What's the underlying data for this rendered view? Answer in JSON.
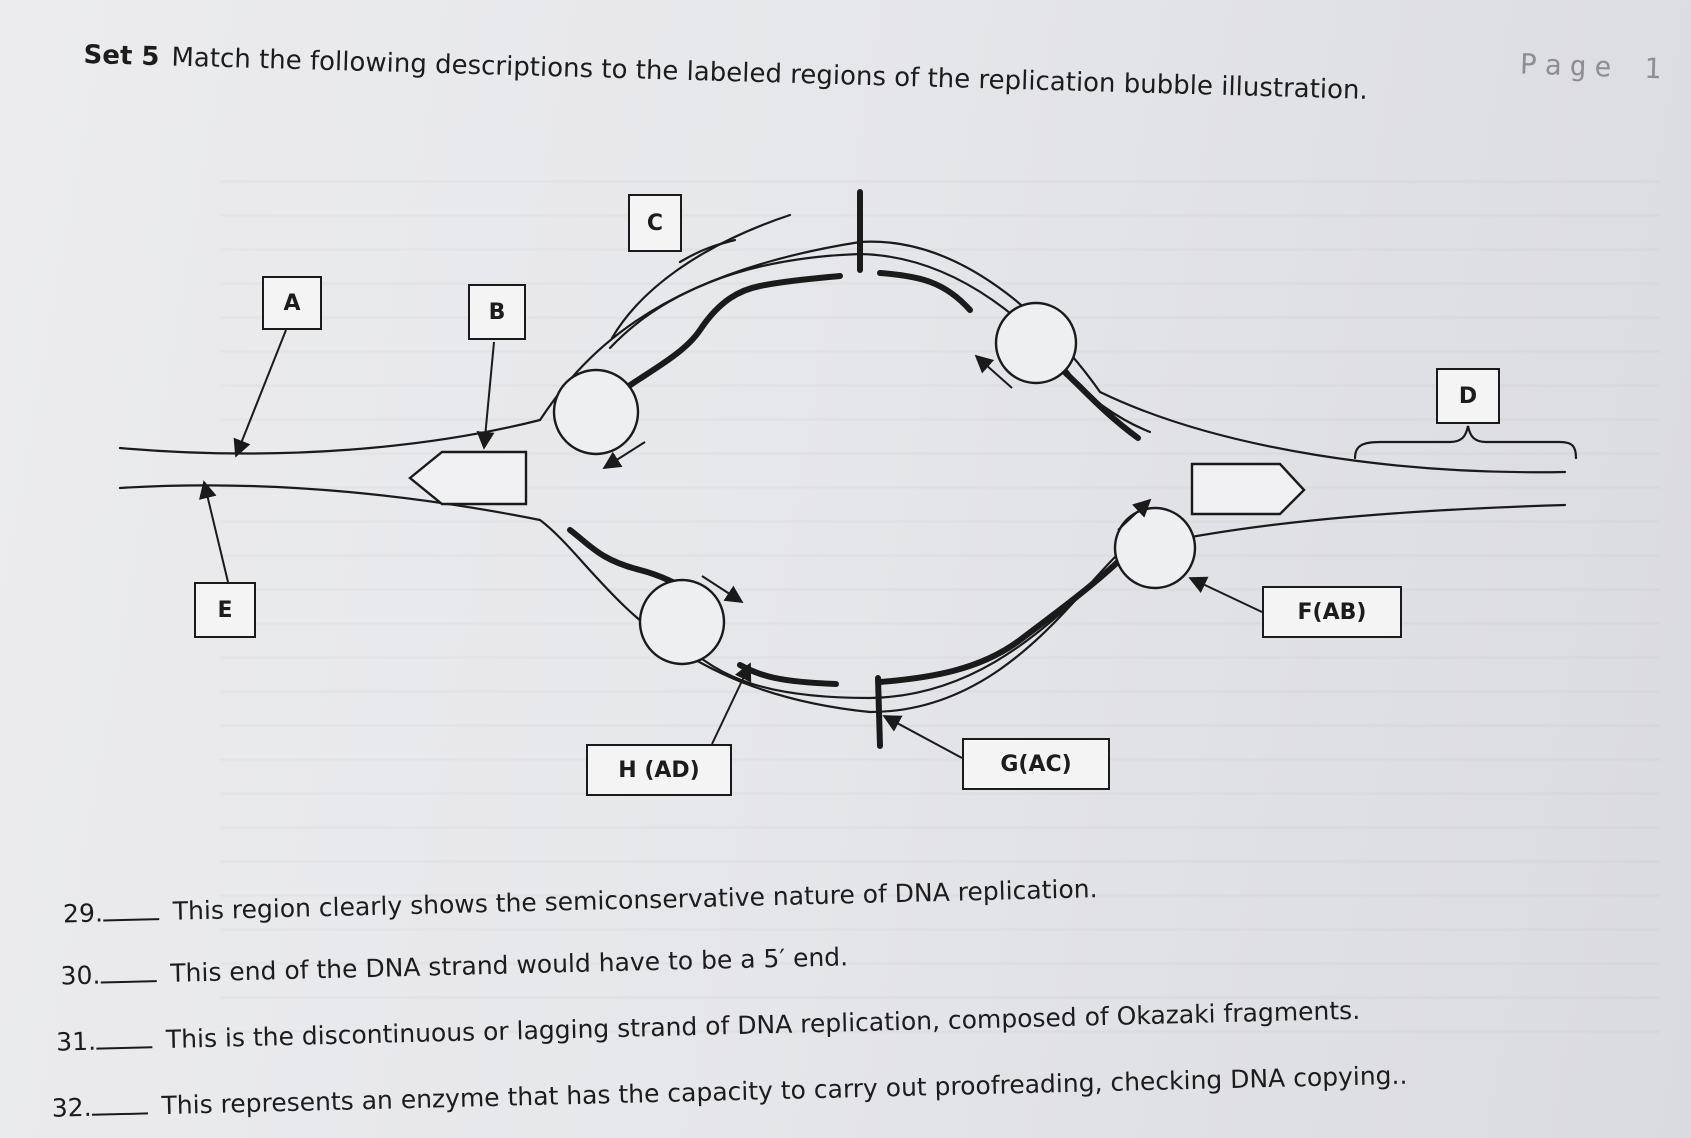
{
  "header": {
    "set_label": "Set 5",
    "instruction": "Match the following descriptions to the labeled regions of the replication bubble illustration.",
    "page_mark": "Page 1"
  },
  "diagram": {
    "labels": {
      "a": "A",
      "b": "B",
      "c": "C",
      "d": "D",
      "e": "E",
      "f": "F(AB)",
      "g": "G(AC)",
      "h": "H (AD)"
    }
  },
  "questions": [
    {
      "number": "29.",
      "text": "This region clearly shows the semiconservative nature of DNA replication."
    },
    {
      "number": "30.",
      "text": "This end of the DNA strand would have to be a 5′ end."
    },
    {
      "number": "31.",
      "text": "This is the discontinuous or lagging strand of DNA replication, composed of Okazaki fragments."
    },
    {
      "number": "32.",
      "text": "This represents an enzyme that has the capacity to carry out proofreading, checking DNA copying.."
    }
  ]
}
